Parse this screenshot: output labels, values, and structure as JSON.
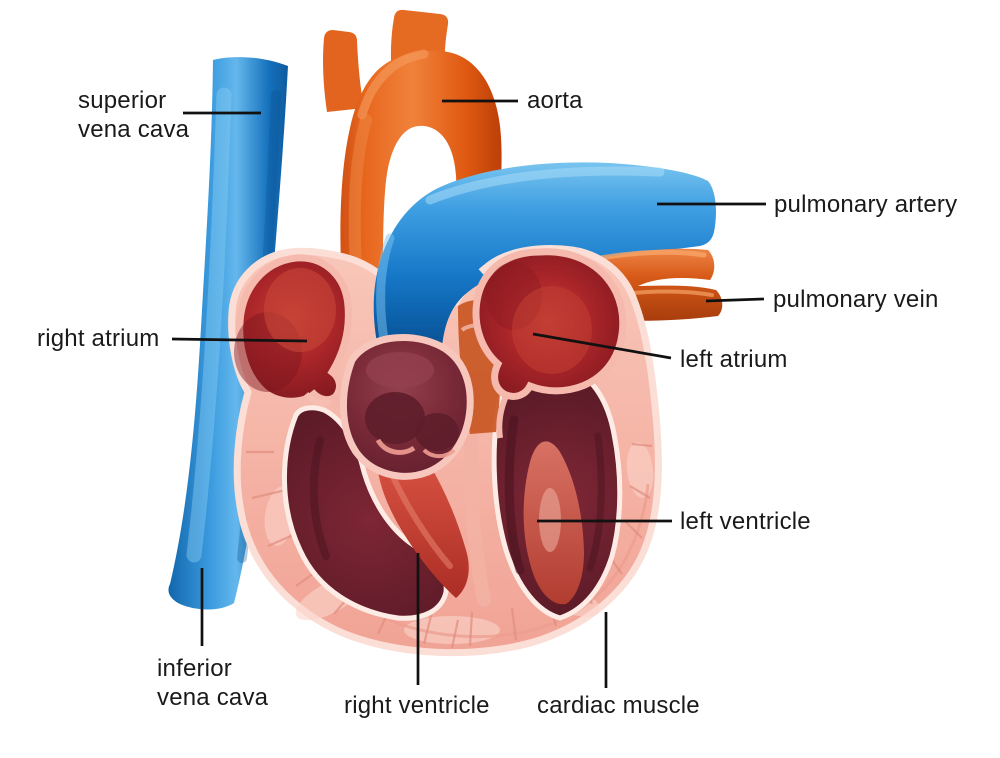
{
  "diagram": {
    "subject": "heart-cross-section",
    "parts": [
      {
        "id": "superior_vena_cava",
        "vessel_color": "blue"
      },
      {
        "id": "aorta",
        "vessel_color": "orange"
      },
      {
        "id": "pulmonary_artery",
        "vessel_color": "blue"
      },
      {
        "id": "pulmonary_vein",
        "vessel_color": "orange"
      },
      {
        "id": "right_atrium",
        "vessel_color": "red"
      },
      {
        "id": "left_atrium",
        "vessel_color": "red"
      },
      {
        "id": "left_ventricle",
        "vessel_color": "red"
      },
      {
        "id": "inferior_vena_cava",
        "vessel_color": "blue"
      },
      {
        "id": "right_ventricle",
        "vessel_color": "red"
      },
      {
        "id": "cardiac_muscle",
        "vessel_color": "pink"
      }
    ]
  },
  "labels": {
    "superior_vena_cava": "superior\nvena cava",
    "aorta": "aorta",
    "pulmonary_artery": "pulmonary artery",
    "pulmonary_vein": "pulmonary vein",
    "right_atrium": "right atrium",
    "left_atrium": "left atrium",
    "left_ventricle": "left ventricle",
    "inferior_vena_cava": "inferior\nvena cava",
    "right_ventricle": "right ventricle",
    "cardiac_muscle": "cardiac muscle"
  },
  "colors": {
    "background": "#ffffff",
    "label_text": "#1a1a1a",
    "leader_line": "#111111",
    "vein_blue_light": "#64b7ec",
    "vein_blue": "#1d7cc9",
    "vein_blue_dark": "#0b538f",
    "artery_orange_light": "#f0823b",
    "artery_orange": "#e45f1a",
    "artery_orange_dark": "#b93d07",
    "muscle_pink": "#f5b6a9",
    "muscle_pink_light": "#fbded6",
    "muscle_rib": "#e08d7e",
    "chamber_red_bright": "#c63f35",
    "chamber_red": "#a82428",
    "cavity_maroon": "#6b2130",
    "cavity_dark": "#531722",
    "papillary_red": "#cc4a3c"
  }
}
